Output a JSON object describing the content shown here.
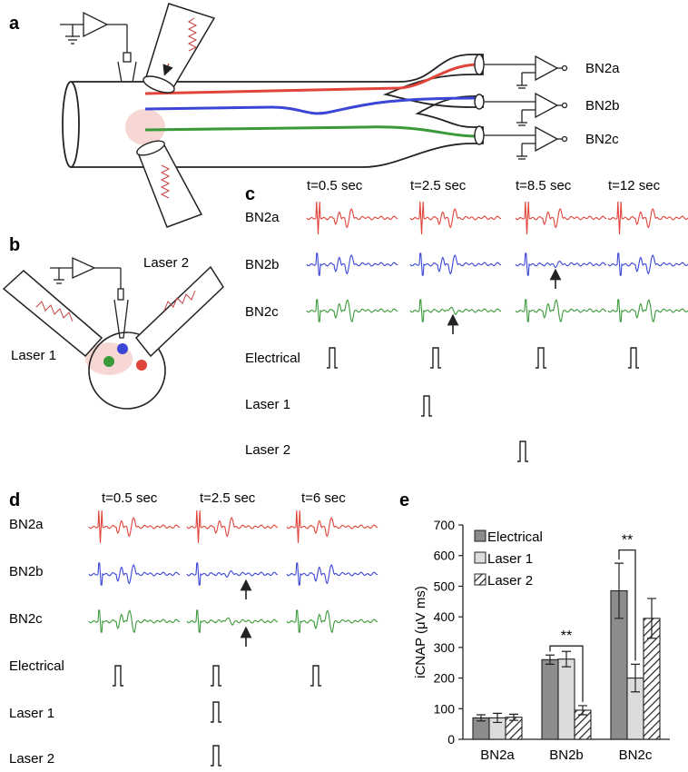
{
  "panels": {
    "a": {
      "letter": "a",
      "channels": [
        "BN2a",
        "BN2b",
        "BN2c"
      ]
    },
    "b": {
      "letter": "b",
      "laser1": "Laser 1",
      "laser2": "Laser 2"
    },
    "c": {
      "letter": "c",
      "times": [
        "t=0.5 sec",
        "t=2.5 sec",
        "t=8.5 sec",
        "t=12 sec"
      ],
      "rows": [
        "BN2a",
        "BN2b",
        "BN2c",
        "Electrical",
        "Laser 1",
        "Laser 2"
      ]
    },
    "d": {
      "letter": "d",
      "times": [
        "t=0.5 sec",
        "t=2.5 sec",
        "t=6 sec"
      ],
      "rows": [
        "BN2a",
        "BN2b",
        "BN2c",
        "Electrical",
        "Laser 1",
        "Laser 2"
      ]
    },
    "e": {
      "letter": "e"
    }
  },
  "colors": {
    "red": "#e0443a",
    "blue": "#3b46d6",
    "green": "#3a9a3a",
    "electrical_bar": "#8c8c8c",
    "laser1_bar": "#dcdcdc"
  },
  "chart_data": {
    "type": "bar",
    "categories": [
      "BN2a",
      "BN2b",
      "BN2c"
    ],
    "series": [
      {
        "name": "Electrical",
        "values": [
          70,
          260,
          485
        ],
        "errors": [
          10,
          15,
          90
        ]
      },
      {
        "name": "Laser 1",
        "values": [
          70,
          262,
          200
        ],
        "errors": [
          15,
          25,
          45
        ]
      },
      {
        "name": "Laser 2",
        "values": [
          72,
          95,
          395
        ],
        "errors": [
          10,
          15,
          65
        ]
      }
    ],
    "ylabel": "iCNAP (μV ms)",
    "ylim": [
      0,
      700
    ],
    "yticks": [
      "0",
      "100",
      "200",
      "300",
      "400",
      "500",
      "600",
      "700"
    ],
    "legend": "top-left",
    "annotations": [
      "**",
      "**"
    ]
  }
}
